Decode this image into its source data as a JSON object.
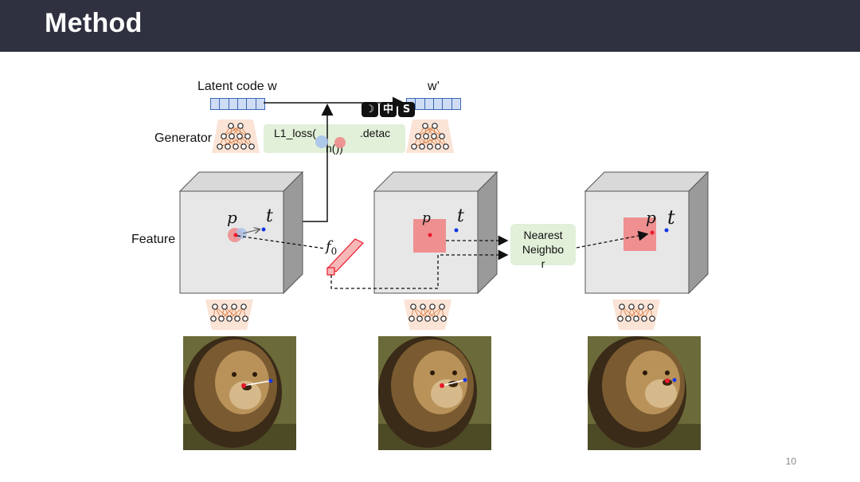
{
  "header": {
    "title": "Method"
  },
  "labels": {
    "latent_code": "Latent code w",
    "w_prime": "w’",
    "generator": "Generator",
    "feature": "Feature"
  },
  "loss_box": {
    "line1_left": "L1_loss(",
    "line1_right": ".detac",
    "line2": "n())"
  },
  "feature_maps": [
    {
      "p": "p",
      "t": "t"
    },
    {
      "p": "p",
      "t": "t"
    },
    {
      "p": "p",
      "t": "t"
    }
  ],
  "f0_label": "f0",
  "nearest_neighbor": "Nearest\nNeighbo\nr",
  "icons": [
    "moon-icon",
    "chinese-char-icon",
    "s-logo-icon"
  ],
  "icon_glyphs": [
    "☽",
    "中",
    "S"
  ],
  "page_number": "10",
  "colors": {
    "header_bg": "#2f3140",
    "handle_point": "#e8192c",
    "target_point": "#1437e6",
    "patch": "#ef8f8f",
    "box_green": "#e2efd9",
    "net_bg": "#fbe3d6",
    "net_lines": "#d97a3a"
  }
}
